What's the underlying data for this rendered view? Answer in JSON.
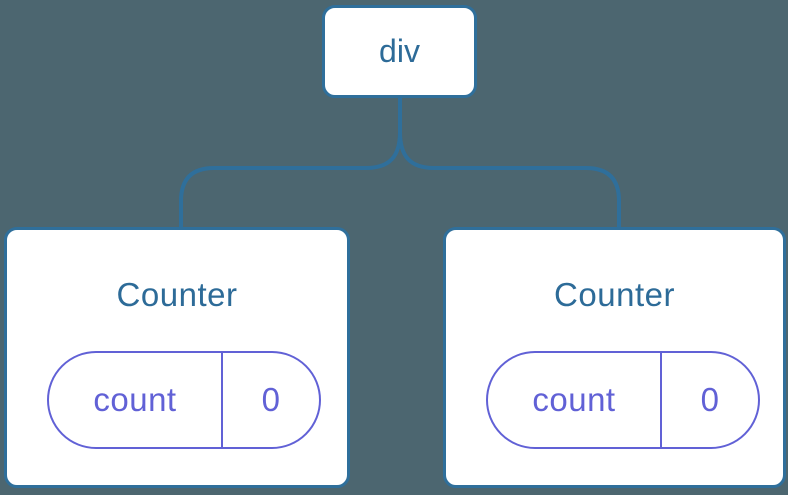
{
  "colors": {
    "background": "#4C6670",
    "node_border": "#2F6F9B",
    "node_bg": "#FFFFFF",
    "node_text": "#2D6B98",
    "state_accent": "#6161D6"
  },
  "tree": {
    "root": {
      "label": "div"
    },
    "children": [
      {
        "label": "Counter",
        "state": {
          "key": "count",
          "value": "0"
        }
      },
      {
        "label": "Counter",
        "state": {
          "key": "count",
          "value": "0"
        }
      }
    ]
  }
}
